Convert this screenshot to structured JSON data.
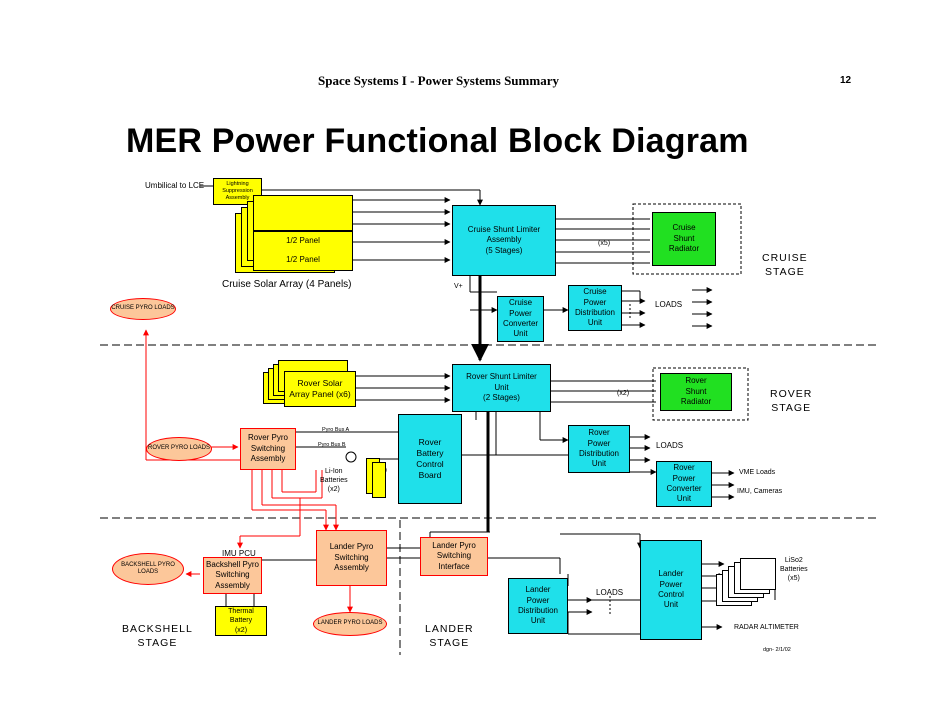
{
  "header": {
    "course_title": "Space Systems I - Power Systems Summary",
    "page_number": "12"
  },
  "title": "MER Power Functional Block Diagram",
  "cruise": {
    "umbilical_label": "Umbilical to LCE",
    "lightning_box": "Lightning\nSuppression\nAssembly",
    "panel_label_1": "1/2 Panel",
    "panel_label_2": "1/2 Panel",
    "solar_array_label": "Cruise Solar Array (4 Panels)",
    "shunt_limiter": "Cruise Shunt Limiter\nAssembly\n(5 Stages)",
    "shunt_multiplier": "(x5)",
    "shunt_radiator": "Cruise\nShunt\nRadiator",
    "vplus_label": "V+",
    "power_converter": "Cruise\nPower\nConverter\nUnit",
    "pdu": "Cruise\nPower\nDistribution\nUnit",
    "loads_label": "LOADS",
    "pyro_loads": "CRUISE PYRO LOADS",
    "stage_label": "CRUISE\nSTAGE"
  },
  "rover": {
    "solar_panel": "Rover Solar\nArray Panel (x6)",
    "shunt_limiter": "Rover Shunt Limiter\nUnit\n(2 Stages)",
    "shunt_multiplier": "(x2)",
    "shunt_radiator": "Rover\nShunt\nRadiator",
    "stage_label": "ROVER\nSTAGE",
    "pyro_switching": "Rover Pyro\nSwitching\nAssembly",
    "pyro_bus_a": "Pyro Bus A",
    "pyro_bus_b": "Pyro Bus B",
    "battery_label": "Li-Ion\nBatteries\n(x2)",
    "battery_control": "Rover\nBattery\nControl\nBoard",
    "pdu": "Rover\nPower\nDistribution\nUnit",
    "loads_label": "LOADS",
    "power_converter": "Rover\nPower\nConverter\nUnit",
    "vme_loads": "VME Loads",
    "imu_cameras": "IMU, Cameras",
    "pyro_loads": "ROVER PYRO LOADS"
  },
  "backshell": {
    "pyro_loads": "BACKSHELL PYRO\nLOADS",
    "imu_pcu": "IMU PCU",
    "pyro_switching": "Backshell Pyro\nSwitching\nAssembly",
    "thermal_battery": "Thermal\nBattery\n(x2)",
    "stage_label": "BACKSHELL\nSTAGE"
  },
  "lander": {
    "pyro_switching": "Lander Pyro\nSwitching\nAssembly",
    "pyro_interface": "Lander Pyro\nSwitching\nInterface",
    "pyro_loads": "LANDER PYRO LOADS",
    "stage_label": "LANDER\nSTAGE",
    "pdu": "Lander\nPower\nDistribution\nUnit",
    "loads_label": "LOADS",
    "control_unit": "Lander\nPower\nControl\nUnit",
    "batteries": "LiSo2\nBatteries\n(x5)",
    "radar_altimeter": "RADAR ALTIMETER"
  },
  "footer": {
    "initials_date": "dgn- 2/1/02"
  },
  "colors": {
    "cyan": "#1fe0ea",
    "green": "#21e021",
    "yellow": "#ffff00",
    "orange": "#fcc79a",
    "pyro_red": "#ff0000"
  }
}
